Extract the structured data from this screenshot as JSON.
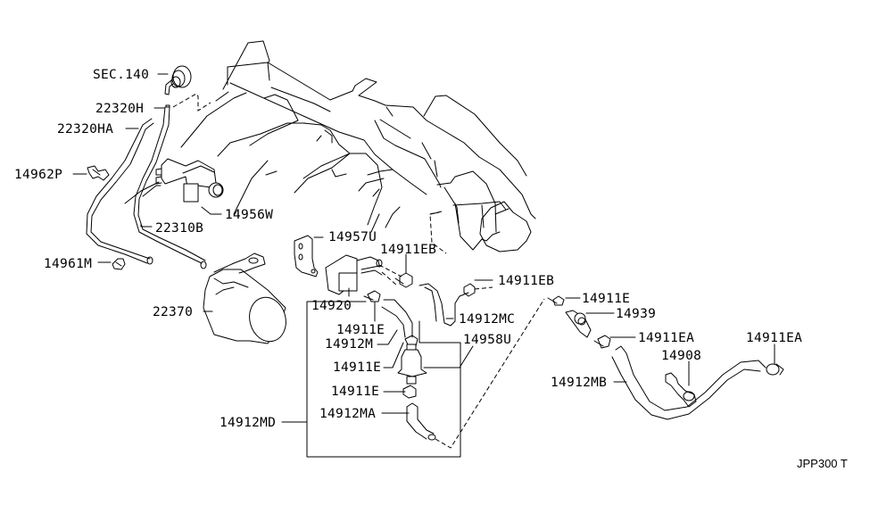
{
  "diagram": {
    "type": "exploded-parts-diagram",
    "reference_code": "JPP300 T",
    "line_color": "#000000",
    "background_color": "#ffffff",
    "parts": [
      {
        "id": "sec140",
        "label": "SEC.140"
      },
      {
        "id": "p22320h",
        "label": "22320H"
      },
      {
        "id": "p22320ha",
        "label": "22320HA"
      },
      {
        "id": "p14962p",
        "label": "14962P"
      },
      {
        "id": "p14956w",
        "label": "14956W"
      },
      {
        "id": "p22310b",
        "label": "22310B"
      },
      {
        "id": "p14961m",
        "label": "14961M"
      },
      {
        "id": "p22370",
        "label": "22370"
      },
      {
        "id": "p14957u",
        "label": "14957U"
      },
      {
        "id": "p14911eb_1",
        "label": "14911EB"
      },
      {
        "id": "p14911eb_2",
        "label": "14911EB"
      },
      {
        "id": "p14920",
        "label": "14920"
      },
      {
        "id": "p14911e_1",
        "label": "14911E"
      },
      {
        "id": "p14912m",
        "label": "14912M"
      },
      {
        "id": "p14912mc",
        "label": "14912MC"
      },
      {
        "id": "p14958u",
        "label": "14958U"
      },
      {
        "id": "p14911e_2",
        "label": "14911E"
      },
      {
        "id": "p14911e_3",
        "label": "14911E"
      },
      {
        "id": "p14912ma",
        "label": "14912MA"
      },
      {
        "id": "p14912md",
        "label": "14912MD"
      },
      {
        "id": "p14911e_4",
        "label": "14911E"
      },
      {
        "id": "p14939",
        "label": "14939"
      },
      {
        "id": "p14911ea_1",
        "label": "14911EA"
      },
      {
        "id": "p14908",
        "label": "14908"
      },
      {
        "id": "p14912mb",
        "label": "14912MB"
      },
      {
        "id": "p14911ea_2",
        "label": "14911EA"
      }
    ]
  }
}
